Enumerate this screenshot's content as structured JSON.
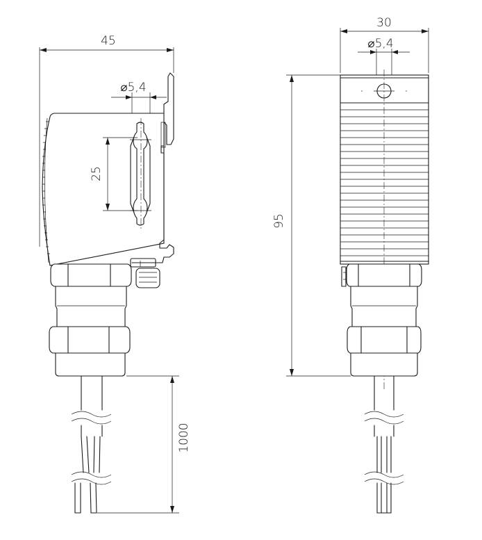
{
  "drawing": {
    "side_view": {
      "dim_width": "45",
      "dim_hole": "⌀5,4",
      "dim_hole_spacing": "25",
      "dim_cable_length": "1000"
    },
    "front_view": {
      "dim_width": "30",
      "dim_hole": "⌀5,4",
      "dim_height": "95"
    }
  }
}
